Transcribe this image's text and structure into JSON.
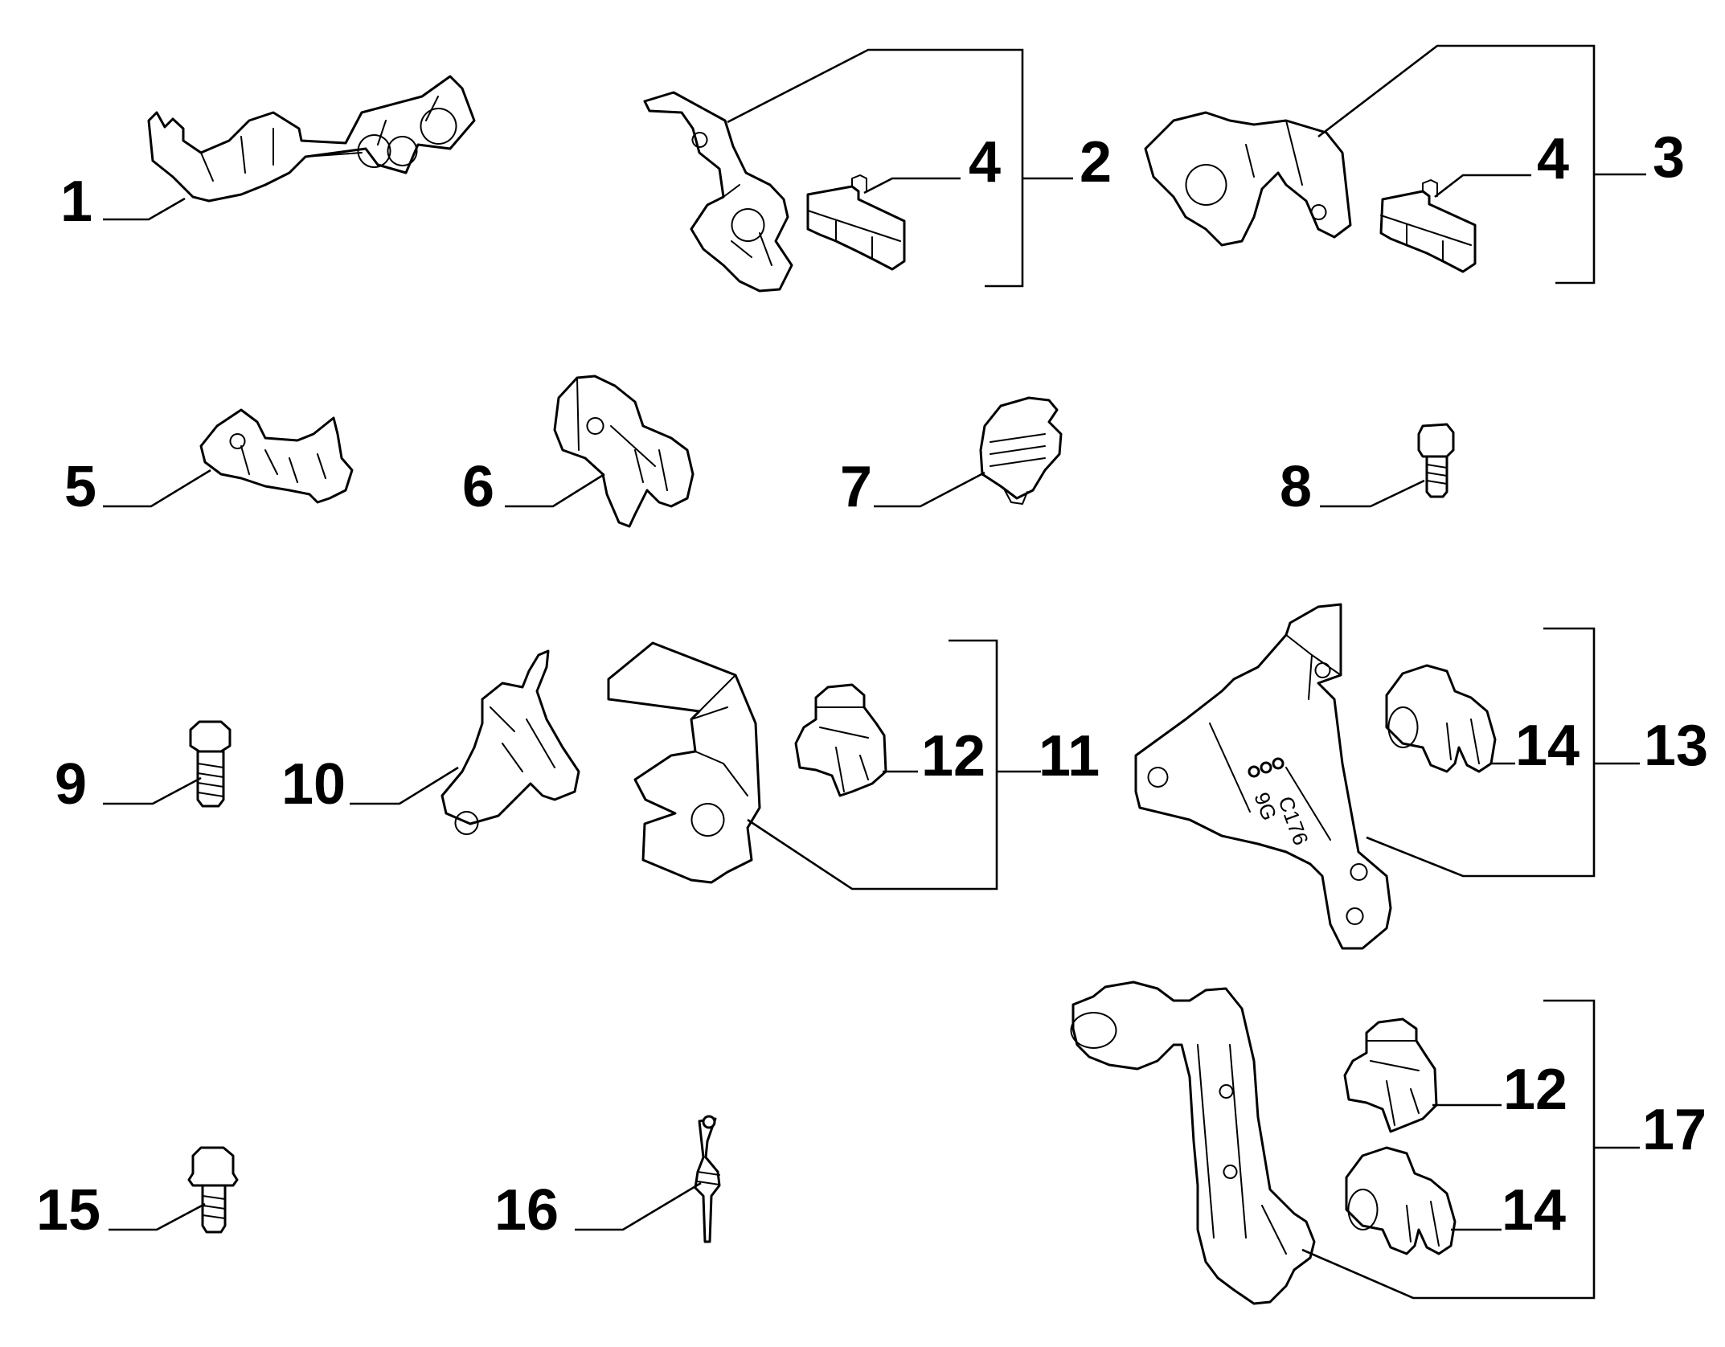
{
  "callouts": {
    "c1": "1",
    "c2": "2",
    "c3": "3",
    "c4a": "4",
    "c4b": "4",
    "c5": "5",
    "c6": "6",
    "c7": "7",
    "c8": "8",
    "c9": "9",
    "c10": "10",
    "c11": "11",
    "c12a": "12",
    "c12b": "12",
    "c13": "13",
    "c14a": "14",
    "c14b": "14",
    "c15": "15",
    "c16": "16",
    "c17": "17"
  },
  "bracket_markings": {
    "code_1": "9G",
    "code_2": "C176"
  }
}
